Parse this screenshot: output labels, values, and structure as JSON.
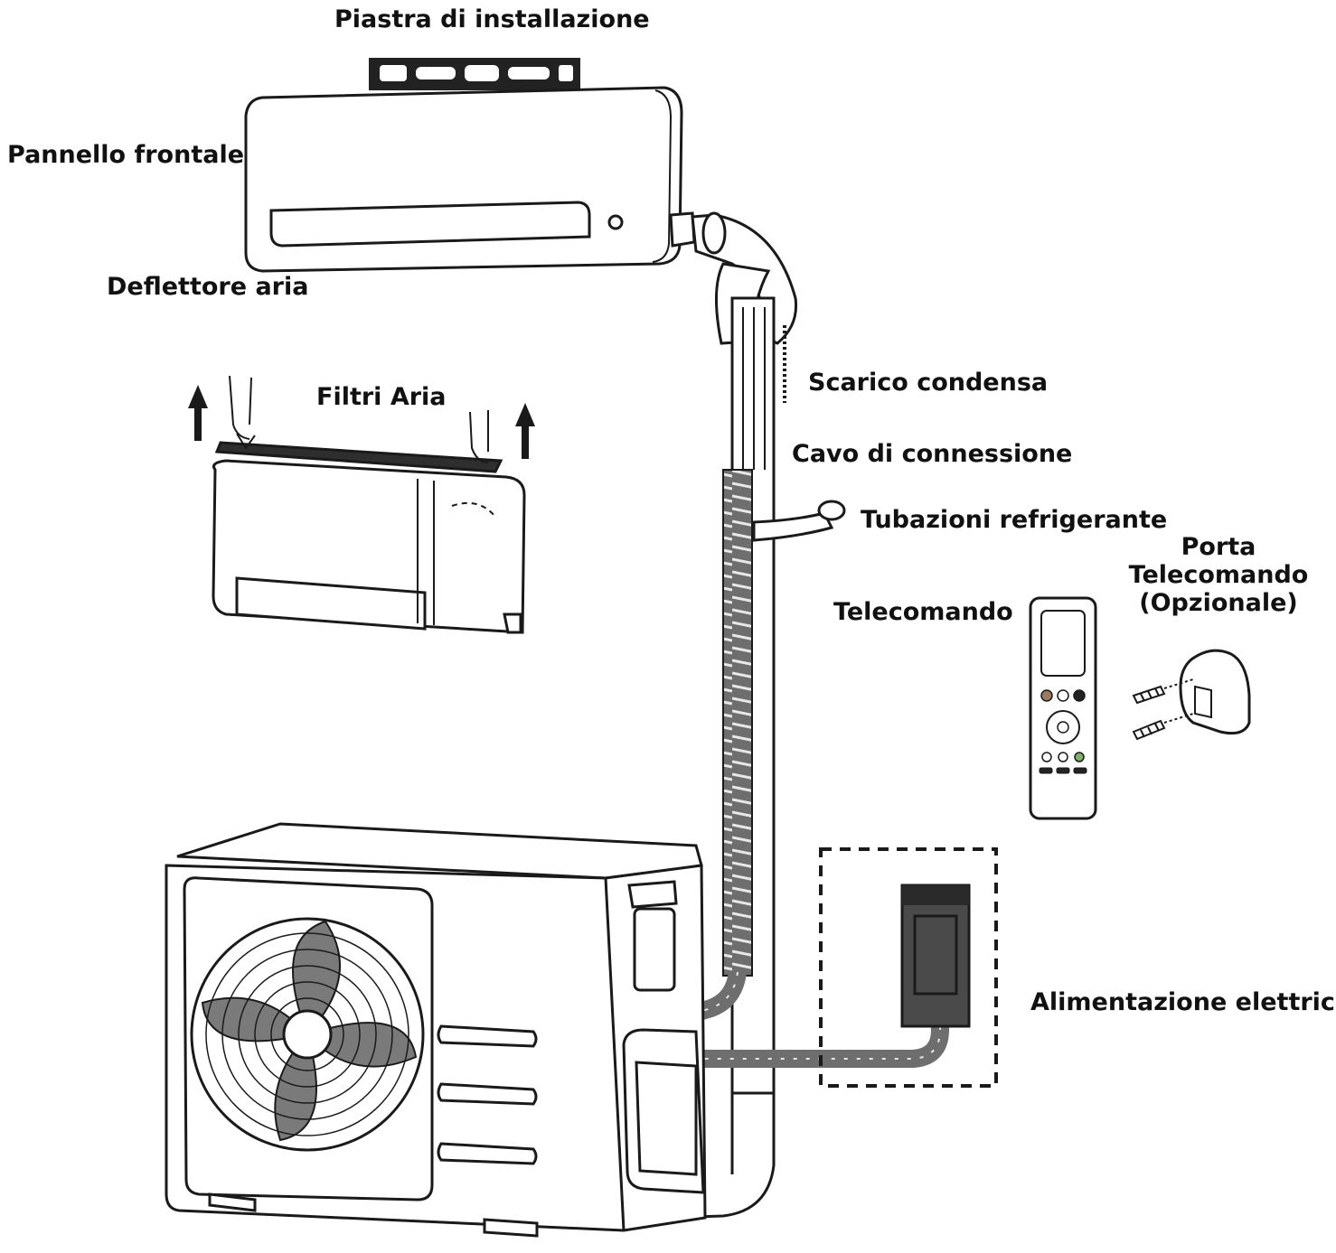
{
  "labels": {
    "installation_plate": "Piastra di installazione",
    "front_panel": "Pannello frontale",
    "air_deflector": "Deflettore aria",
    "air_filters": "Filtri Aria",
    "condensate_drain": "Scarico condensa",
    "connection_cable": "Cavo di connessione",
    "refrigerant_pipes": "Tubazioni refrigerante",
    "remote_control": "Telecomando",
    "remote_holder": {
      "line1": "Porta",
      "line2": "Telecomando",
      "line3": "(Opzionale)"
    },
    "power_supply": "Alimentazione elettrica"
  },
  "colors": {
    "ink": "#1a1a1a",
    "fan_blade": "#7a7a7a",
    "cable_wrap": "#6e6e6e",
    "power_box": "#4a4a4a",
    "remote_button_brown": "#9a7a60",
    "remote_button_green": "#7fb069"
  },
  "icons": [
    "arrow-up-icon",
    "screw-icon",
    "fan-icon",
    "hand-icon"
  ]
}
